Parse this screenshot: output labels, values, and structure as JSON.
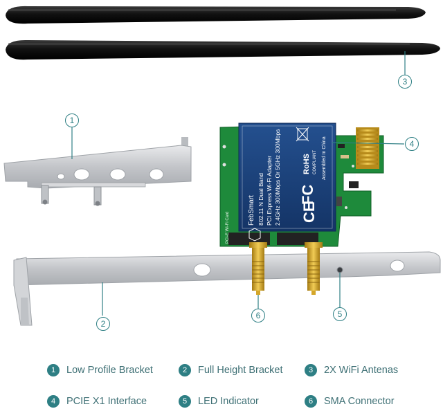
{
  "colors": {
    "accent": "#2e7f84",
    "label_text": "#3d6f74",
    "antenna": "#1a1a1a",
    "pcb": "#1e8a3b",
    "label_panel": "#1b3f78",
    "bracket": "#c8c9cc",
    "gold": "#d4a62a"
  },
  "callouts": [
    "1",
    "2",
    "3",
    "4",
    "5",
    "6"
  ],
  "card_label": {
    "brand": "FebSmart",
    "line1": "802.11 N Dual Band",
    "line2": "PCI Express Wi-Fi Adapter",
    "line3": "2.4GHz 300Mbps Or 5GHz 300Mbps",
    "assembled": "Assembled In China",
    "rohs": "RoHS",
    "compliant": "COMPLIANT",
    "fc": "FC",
    "ce": "CE",
    "pcb_print": "PCI-E Wi-Fi Card"
  },
  "legend": [
    {
      "num": "1",
      "label": "Low Profile Bracket",
      "icon": "circle-number-icon"
    },
    {
      "num": "2",
      "label": "Full Height Bracket",
      "icon": "circle-number-icon"
    },
    {
      "num": "3",
      "label": "2X WiFi Antenas",
      "icon": "circle-number-icon"
    },
    {
      "num": "4",
      "label": "PCIE X1 Interface",
      "icon": "circle-number-icon"
    },
    {
      "num": "5",
      "label": "LED Indicator",
      "icon": "circle-number-icon"
    },
    {
      "num": "6",
      "label": "SMA Connector",
      "icon": "circle-number-icon"
    }
  ]
}
